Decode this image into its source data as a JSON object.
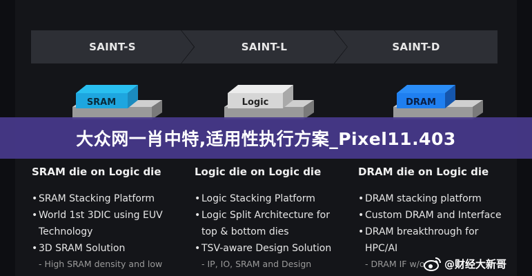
{
  "tabs": [
    {
      "label": "SAINT-S"
    },
    {
      "label": "SAINT-L"
    },
    {
      "label": "SAINT-D"
    }
  ],
  "illustrations": [
    {
      "label": "SRAM",
      "top_color": "#29bff0",
      "side_color": "#1b8bbf"
    },
    {
      "label": "Logic",
      "top_color": "#e0e0e0",
      "side_color": "#a9a9a9"
    },
    {
      "label": "DRAM",
      "top_color": "#1f7ff0",
      "side_color": "#1556ad"
    }
  ],
  "banner": {
    "title": "大众网一肖中特,适用性执行方案_Pixel11.403"
  },
  "columns": [
    {
      "title": "SRAM die on Logic die",
      "lines": [
        {
          "text": "SRAM Stacking Platform",
          "bullet": true
        },
        {
          "text": "World 1st 3DIC using EUV",
          "bullet": true
        },
        {
          "text": "Technology",
          "bullet": false
        },
        {
          "text": "3D SRAM Solution",
          "bullet": true
        },
        {
          "text": "- High SRAM density and low",
          "sub": true
        }
      ]
    },
    {
      "title": "Logic die on Logic die",
      "lines": [
        {
          "text": "Logic Stacking Platform",
          "bullet": true
        },
        {
          "text": "Logic Split Architecture for",
          "bullet": true
        },
        {
          "text": "top & bottom dies",
          "bullet": false
        },
        {
          "text": "TSV-aware Design Solution",
          "bullet": true
        },
        {
          "text": "- IP, IO, SRAM and Design",
          "sub": true
        }
      ]
    },
    {
      "title": "DRAM die on Logic die",
      "lines": [
        {
          "text": "DRAM stacking platform",
          "bullet": true
        },
        {
          "text": "Custom DRAM and Interface",
          "bullet": true
        },
        {
          "text": "DRAM breakthrough for",
          "bullet": true
        },
        {
          "text": "HPC/AI",
          "bullet": false
        },
        {
          "text": "- DRAM IF w/o",
          "sub": true
        }
      ]
    }
  ],
  "watermark": {
    "text": "@财经大新哥",
    "icon": "weibo-icon"
  }
}
